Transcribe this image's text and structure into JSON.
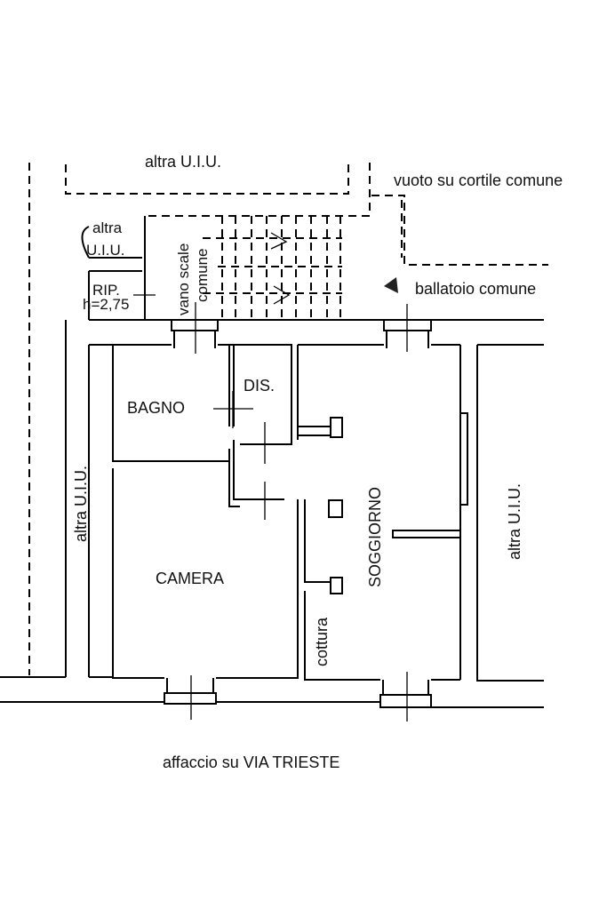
{
  "plan": {
    "top_unit": "altra U.I.U.",
    "courtyard": "vuoto su cortile comune",
    "small_unit_line1": "altra",
    "small_unit_line2": "U.I.U.",
    "storage_label": "RIP.",
    "storage_height": "h=2,75",
    "stair_line1": "vano scale",
    "stair_line2": "comune",
    "balcony": "ballatoio comune",
    "rooms": {
      "bathroom": "BAGNO",
      "hallway": "DIS.",
      "bedroom": "CAMERA",
      "living": "SOGGIORNO",
      "kitchen": "cottura"
    },
    "left_unit": "altra U.I.U.",
    "right_unit": "altra U.I.U.",
    "street": "affaccio su VIA TRIESTE"
  }
}
